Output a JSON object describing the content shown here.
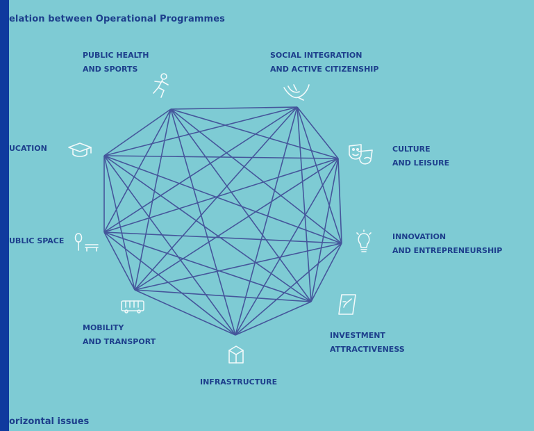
{
  "title": "elation between Operational Programmes",
  "footer_title": "orizontal issues",
  "colors": {
    "background": "#7ecbd4",
    "left_bar": "#0f3a9e",
    "text": "#1d3f8c",
    "network_lines": "#45569b",
    "icons": "#ffffff"
  },
  "nodes": [
    {
      "id": "public-health",
      "lines": [
        "PUBLIC HEALTH",
        "AND SPORTS"
      ],
      "icon": "runner-icon"
    },
    {
      "id": "social-integration",
      "lines": [
        "SOCIAL INTEGRATION",
        "AND ACTIVE CITIZENSHIP"
      ],
      "icon": "hands-icon"
    },
    {
      "id": "culture",
      "lines": [
        "CULTURE",
        "AND LEISURE"
      ],
      "icon": "theatre-masks-icon"
    },
    {
      "id": "innovation",
      "lines": [
        "INNOVATION",
        "AND ENTREPRENEURSHIP"
      ],
      "icon": "lightbulb-icon"
    },
    {
      "id": "investment",
      "lines": [
        "INVESTMENT",
        "ATTRACTIVENESS"
      ],
      "icon": "investment-icon"
    },
    {
      "id": "infrastructure",
      "lines": [
        "INFRASTRUCTURE"
      ],
      "icon": "building-icon"
    },
    {
      "id": "mobility",
      "lines": [
        "MOBILITY",
        "AND TRANSPORT"
      ],
      "icon": "bus-icon"
    },
    {
      "id": "public-space",
      "lines": [
        "UBLIC SPACE"
      ],
      "icon": "bench-icon"
    },
    {
      "id": "education",
      "lines": [
        "UCATION"
      ],
      "icon": "graduation-cap-icon"
    }
  ]
}
